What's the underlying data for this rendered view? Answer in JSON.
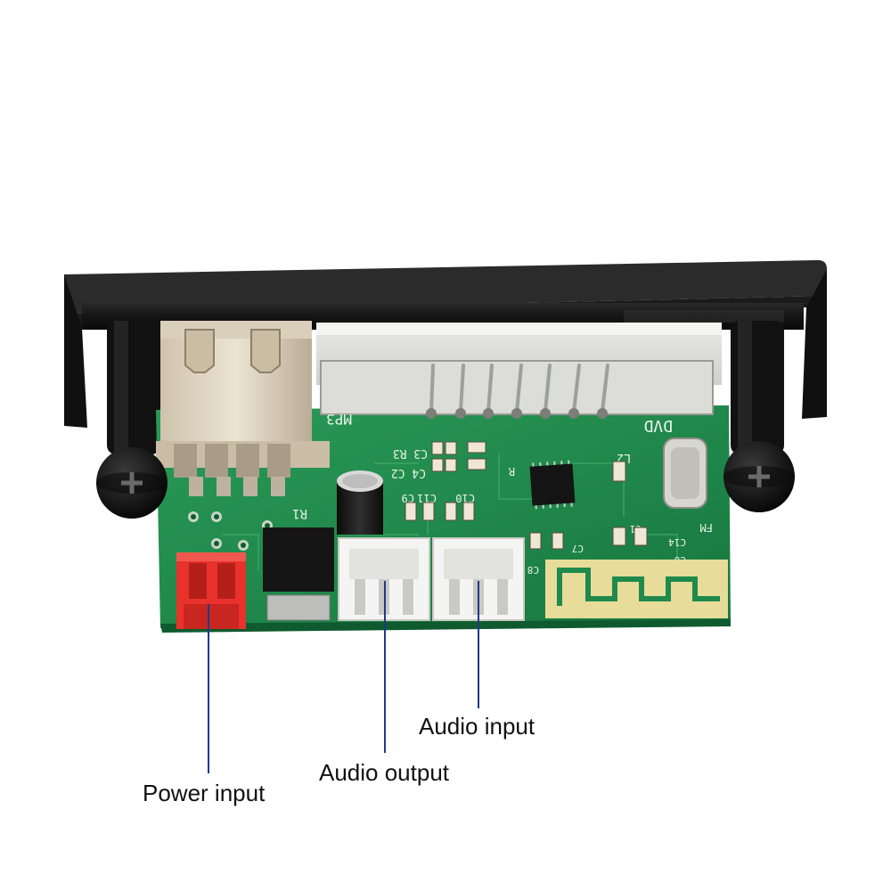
{
  "labels": {
    "power_input": "Power input",
    "audio_output": "Audio output",
    "audio_input": "Audio input"
  },
  "board_markings": {
    "dvd": "DVD",
    "mp3": "MP3",
    "r1": "R1",
    "l2": "L2",
    "fm": "FM",
    "c3_r3": "C3 R3",
    "c4_c2": "C4 C2",
    "c9": "C9",
    "c11": "C11",
    "c10": "C10",
    "c7": "C7",
    "c8": "C8",
    "c14": "C14",
    "c6": "C6",
    "c1": "C1",
    "r": "R"
  },
  "colors": {
    "pcb_green": "#1f8a4c",
    "panel_black": "#161616",
    "connector_red": "#e8322b",
    "connector_white": "#f4f4f2",
    "antenna_gold": "#e7dc9a",
    "leader_line": "#1e3a8a"
  }
}
